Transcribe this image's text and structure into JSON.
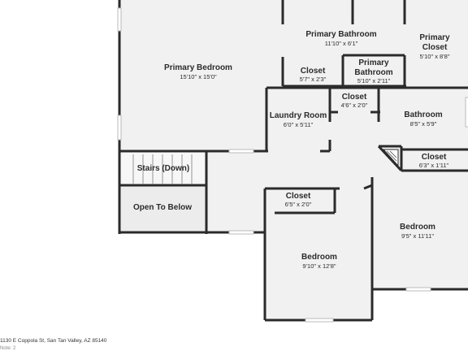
{
  "rooms": {
    "primary_bedroom": {
      "name": "Primary Bedroom",
      "dim": "15'10\" x 15'0\""
    },
    "primary_bath_big": {
      "name": "Primary Bathroom",
      "dim": "11'10\" x 6'1\""
    },
    "primary_closet": {
      "name1": "Primary",
      "name2": "Closet",
      "dim": "5'10\" x 8'8\""
    },
    "closet_a": {
      "name": "Closet",
      "dim": "5'7\" x 2'3\""
    },
    "primary_bath_small": {
      "name1": "Primary",
      "name2": "Bathroom",
      "dim": "5'10\" x 2'11\""
    },
    "laundry": {
      "name": "Laundry Room",
      "dim": "6'0\" x 5'11\""
    },
    "closet_b": {
      "name": "Closet",
      "dim": "4'6\" x 2'0\""
    },
    "bathroom": {
      "name": "Bathroom",
      "dim": "8'5\" x 5'9\""
    },
    "closet_c": {
      "name": "Closet",
      "dim": "6'3\" x 1'11\""
    },
    "stairs": {
      "name": "Stairs (Down)"
    },
    "open_below": {
      "name": "Open To Below"
    },
    "closet_d": {
      "name": "Closet",
      "dim": "6'5\" x 2'0\""
    },
    "bedroom_right": {
      "name": "Bedroom",
      "dim": "9'5\" x 11'11\""
    },
    "bedroom_bottom": {
      "name": "Bedroom",
      "dim": "9'10\" x 12'8\""
    }
  },
  "footer": {
    "address": "1130 E Coppola St, San Tan Valley, AZ 85140",
    "note": "Note: 2"
  },
  "colors": {
    "wall": "#2b2b2b",
    "floor": "#f1f1f1",
    "room_shaded": "#ececec",
    "window": "#c8c8c8"
  }
}
